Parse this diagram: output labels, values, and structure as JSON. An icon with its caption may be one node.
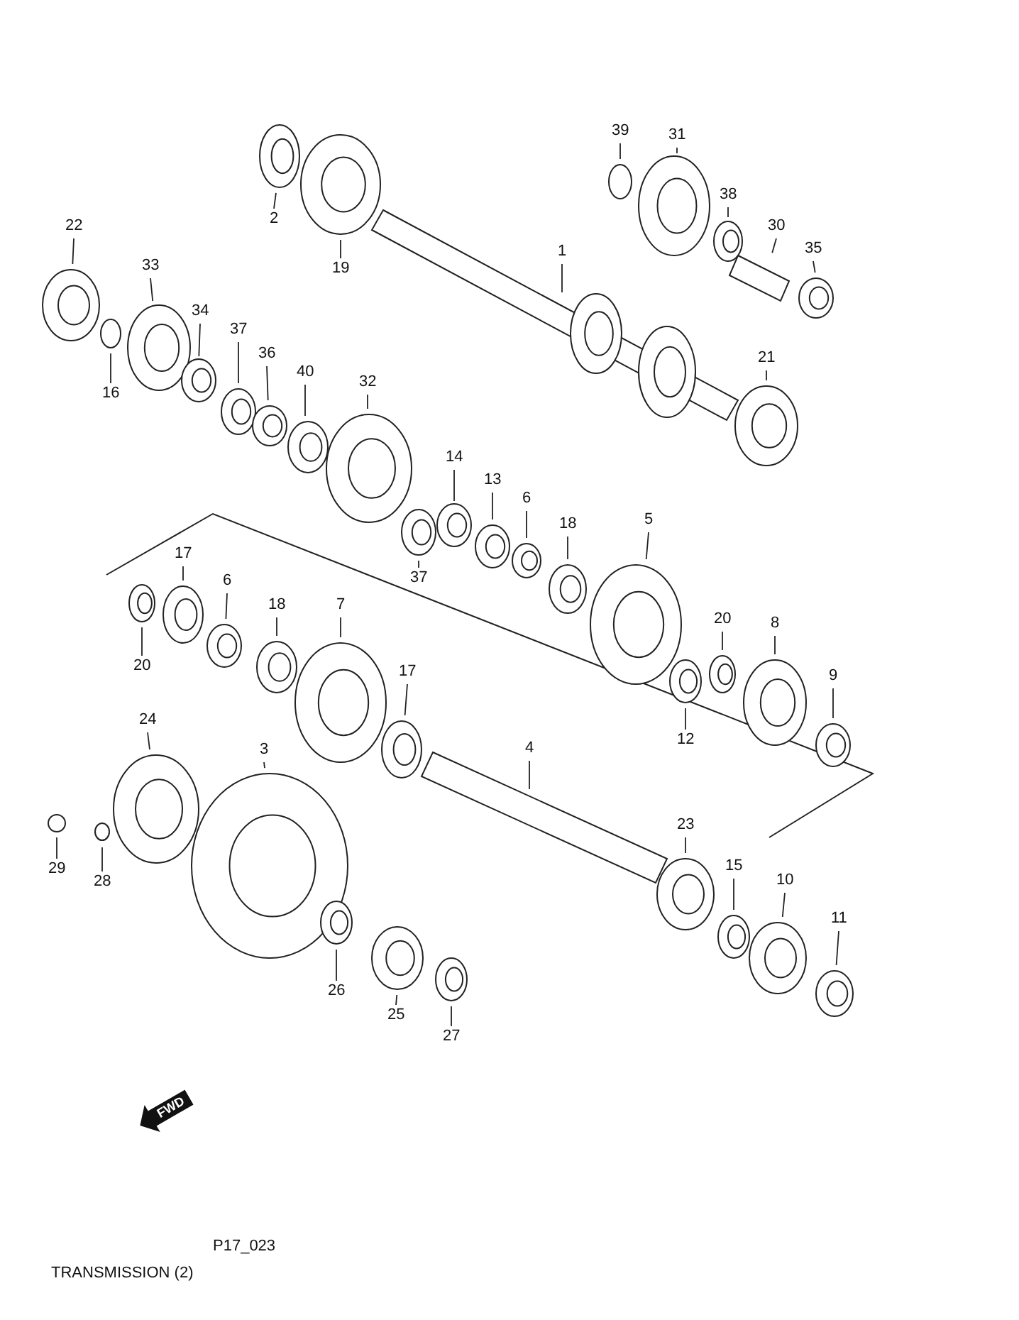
{
  "diagram": {
    "nodes": [
      {
        "text": [
          "39"
        ]
      },
      {
        "text": [
          "31"
        ]
      },
      {
        "text": [
          "38"
        ]
      },
      {
        "text": [
          "2"
        ]
      },
      {
        "text": [
          "22"
        ]
      },
      {
        "text": [
          "30"
        ]
      },
      {
        "text": [
          "35"
        ]
      },
      {
        "text": [
          "1"
        ]
      },
      {
        "text": [
          "33"
        ]
      },
      {
        "text": [
          "19"
        ]
      },
      {
        "text": [
          "34"
        ]
      },
      {
        "text": [
          "37"
        ]
      },
      {
        "text": [
          "36"
        ]
      },
      {
        "text": [
          "21"
        ]
      },
      {
        "text": [
          "40"
        ]
      },
      {
        "text": [
          "32"
        ]
      },
      {
        "text": [
          "16"
        ]
      },
      {
        "text": [
          "14"
        ]
      },
      {
        "text": [
          "13"
        ]
      },
      {
        "text": [
          "6"
        ]
      },
      {
        "text": [
          "5"
        ]
      },
      {
        "text": [
          "18"
        ]
      },
      {
        "text": [
          "17"
        ]
      },
      {
        "text": [
          "37"
        ]
      },
      {
        "text": [
          "6"
        ]
      },
      {
        "text": [
          "18"
        ]
      },
      {
        "text": [
          "7"
        ]
      },
      {
        "text": [
          "20"
        ]
      },
      {
        "text": [
          "8"
        ]
      },
      {
        "text": [
          "20"
        ]
      },
      {
        "text": [
          "17"
        ]
      },
      {
        "text": [
          "9"
        ]
      },
      {
        "text": [
          "24"
        ]
      },
      {
        "text": [
          "12"
        ]
      },
      {
        "text": [
          "3"
        ]
      },
      {
        "text": [
          "4"
        ]
      },
      {
        "text": [
          "23"
        ]
      },
      {
        "text": [
          "15"
        ]
      },
      {
        "text": [
          "29"
        ]
      },
      {
        "text": [
          "28"
        ]
      },
      {
        "text": [
          "10"
        ]
      },
      {
        "text": [
          "11"
        ]
      },
      {
        "text": [
          "26"
        ]
      },
      {
        "text": [
          "25"
        ]
      },
      {
        "text": [
          "27"
        ]
      }
    ],
    "edges": [
      {
        "from": 0,
        "to": null,
        "arrow": "none"
      },
      {
        "from": 1,
        "to": null,
        "arrow": "none"
      },
      {
        "from": 2,
        "to": null,
        "arrow": "none"
      },
      {
        "from": 3,
        "to": null,
        "arrow": "none"
      },
      {
        "from": 4,
        "to": null,
        "arrow": "none"
      },
      {
        "from": 5,
        "to": null,
        "arrow": "none"
      },
      {
        "from": 6,
        "to": null,
        "arrow": "none"
      },
      {
        "from": 7,
        "to": null,
        "arrow": "none"
      },
      {
        "from": 8,
        "to": null,
        "arrow": "none"
      },
      {
        "from": 9,
        "to": null,
        "arrow": "none"
      },
      {
        "from": 10,
        "to": null,
        "arrow": "none"
      },
      {
        "from": 11,
        "to": null,
        "arrow": "none"
      },
      {
        "from": 12,
        "to": null,
        "arrow": "none"
      },
      {
        "from": 13,
        "to": null,
        "arrow": "none"
      },
      {
        "from": 14,
        "to": null,
        "arrow": "none"
      },
      {
        "from": 15,
        "to": null,
        "arrow": "none"
      },
      {
        "from": 16,
        "to": null,
        "arrow": "none"
      },
      {
        "from": 17,
        "to": null,
        "arrow": "none"
      },
      {
        "from": 18,
        "to": null,
        "arrow": "none"
      },
      {
        "from": 19,
        "to": null,
        "arrow": "none"
      },
      {
        "from": 20,
        "to": null,
        "arrow": "none"
      },
      {
        "from": 21,
        "to": null,
        "arrow": "none"
      },
      {
        "from": 22,
        "to": null,
        "arrow": "none"
      },
      {
        "from": 23,
        "to": null,
        "arrow": "none"
      },
      {
        "from": 24,
        "to": null,
        "arrow": "none"
      },
      {
        "from": 25,
        "to": null,
        "arrow": "none"
      },
      {
        "from": 26,
        "to": null,
        "arrow": "none"
      },
      {
        "from": 27,
        "to": null,
        "arrow": "none"
      },
      {
        "from": 28,
        "to": null,
        "arrow": "none"
      },
      {
        "from": 29,
        "to": null,
        "arrow": "none"
      },
      {
        "from": 30,
        "to": null,
        "arrow": "none"
      },
      {
        "from": 31,
        "to": null,
        "arrow": "none"
      },
      {
        "from": 32,
        "to": null,
        "arrow": "none"
      },
      {
        "from": 33,
        "to": null,
        "arrow": "none"
      },
      {
        "from": 34,
        "to": null,
        "arrow": "none"
      },
      {
        "from": 35,
        "to": null,
        "arrow": "none"
      },
      {
        "from": 36,
        "to": null,
        "arrow": "none"
      },
      {
        "from": 37,
        "to": null,
        "arrow": "none"
      },
      {
        "from": 38,
        "to": null,
        "arrow": "none"
      },
      {
        "from": 39,
        "to": null,
        "arrow": "none"
      },
      {
        "from": 40,
        "to": null,
        "arrow": "none"
      },
      {
        "from": 41,
        "to": null,
        "arrow": "none"
      },
      {
        "from": 42,
        "to": null,
        "arrow": "none"
      },
      {
        "from": 43,
        "to": null,
        "arrow": "none"
      },
      {
        "from": 44,
        "to": null,
        "arrow": "none"
      }
    ],
    "labels": [
      "FWD",
      "P17_023",
      "TRANSMISSION (2)"
    ]
  }
}
